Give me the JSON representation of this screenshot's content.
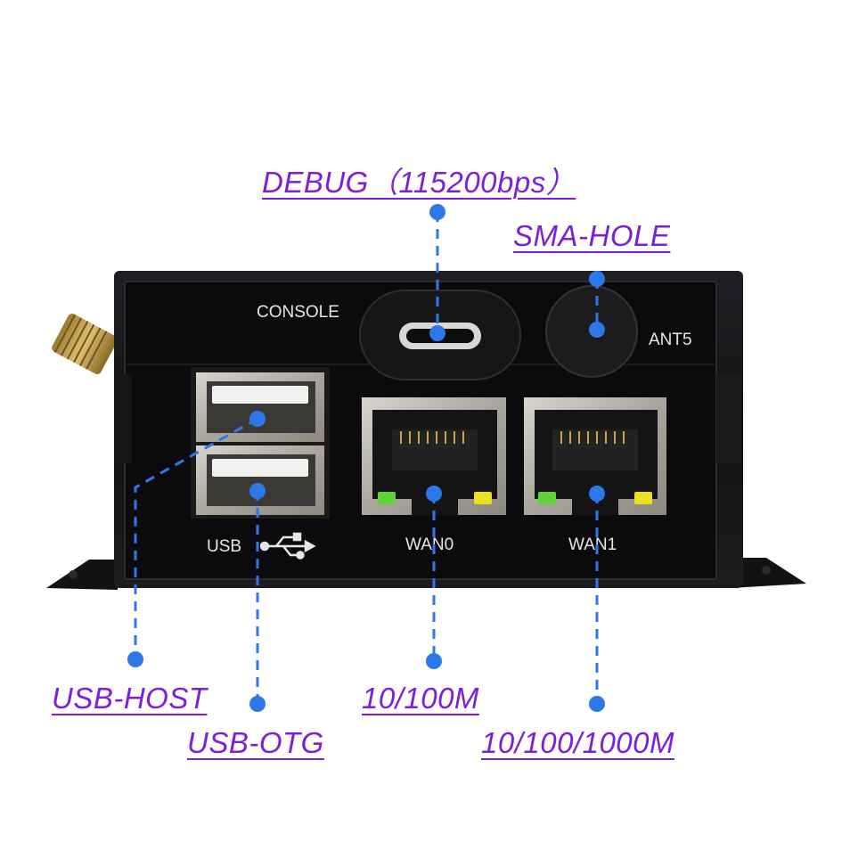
{
  "colors": {
    "callout_text": "#7a1fe0",
    "leader_line": "#2d78e8",
    "chassis": "#151517",
    "panel": "#0a0a0c",
    "port_metal": "#b9b6ad",
    "led_green": "#63d13a",
    "led_yellow": "#e8e021"
  },
  "device": {
    "labels": {
      "console": "CONSOLE",
      "ant": "ANT5",
      "usb": "USB",
      "wan0": "WAN0",
      "wan1": "WAN1"
    },
    "icons": {
      "usb_symbol": "usb-trident-icon",
      "antenna_connector": "sma-antenna-connector"
    }
  },
  "callouts": {
    "debug": "DEBUG（115200bps）",
    "sma_hole": "SMA-HOLE",
    "usb_host": "USB-HOST",
    "usb_otg": "USB-OTG",
    "wan0_speed": "10/100M",
    "wan1_speed": "10/100/1000M"
  }
}
